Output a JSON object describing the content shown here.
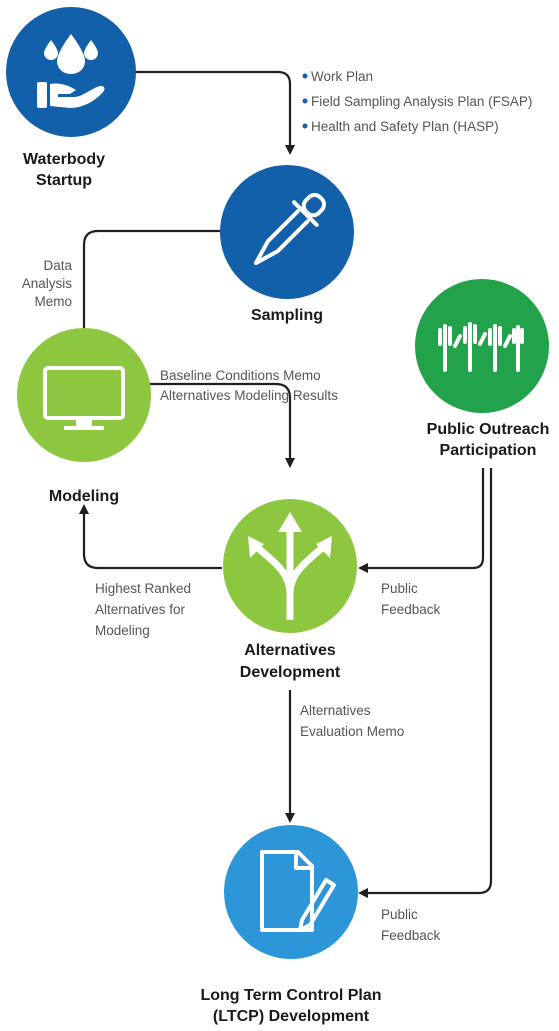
{
  "nodes": {
    "waterbody": {
      "line1": "Waterbody",
      "line2": "Startup",
      "color": "#1260a9",
      "icon": "water-drops-hand-icon"
    },
    "sampling": {
      "label": "Sampling",
      "color": "#1260a9",
      "icon": "dropper-icon"
    },
    "modeling": {
      "label": "Modeling",
      "color": "#8dc63f",
      "icon": "monitor-icon"
    },
    "public": {
      "line1": "Public Outreach",
      "line2": "Participation",
      "color": "#22a24a",
      "icon": "raised-hands-icon"
    },
    "alternatives": {
      "line1": "Alternatives",
      "line2": "Development",
      "color": "#8dc63f",
      "icon": "diverging-arrows-icon"
    },
    "ltcp": {
      "line1": "Long Term Control Plan",
      "line2": "(LTCP) Development",
      "color": "#2d96d8",
      "icon": "document-pen-icon"
    }
  },
  "notes": {
    "startup_outputs": [
      "Work Plan",
      "Field Sampling Analysis Plan (FSAP)",
      "Health and Safety Plan (HASP)"
    ],
    "data_analysis": [
      "Data",
      "Analysis",
      "Memo"
    ],
    "baseline": [
      "Baseline Conditions Memo",
      "Alternatives Modeling Results"
    ],
    "highest_ranked": [
      "Highest Ranked",
      "Alternatives for",
      "Modeling"
    ],
    "public_feedback_alt": [
      "Public",
      "Feedback"
    ],
    "alt_eval": [
      "Alternatives",
      "Evaluation Memo"
    ],
    "public_feedback_ltcp": [
      "Public",
      "Feedback"
    ]
  }
}
